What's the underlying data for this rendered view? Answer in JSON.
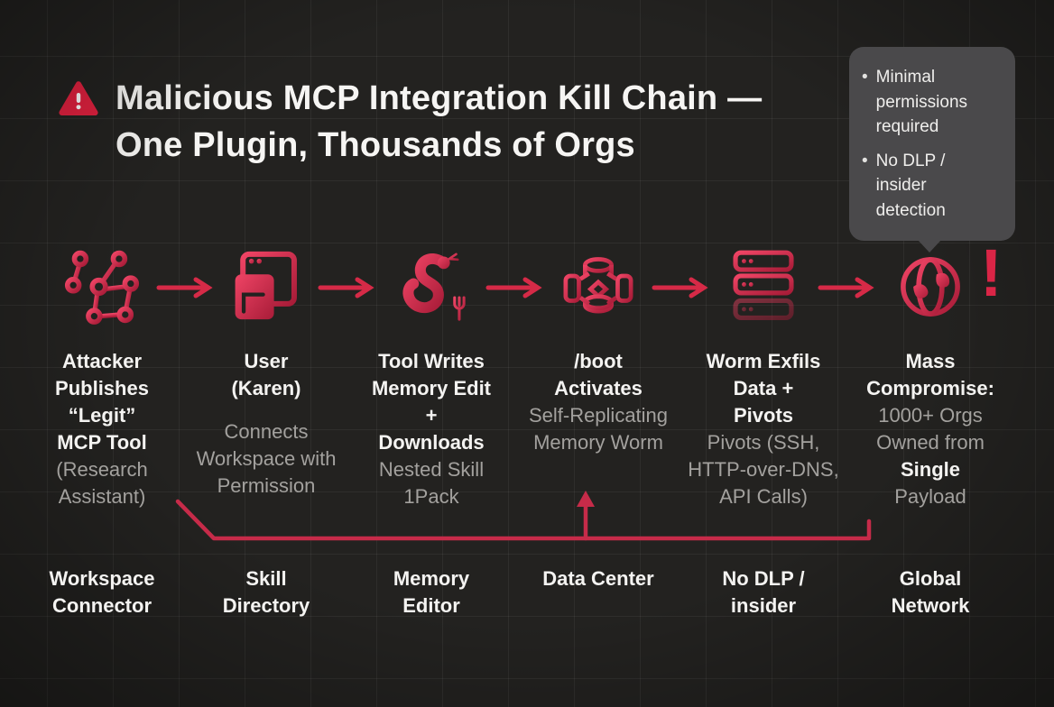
{
  "title": {
    "line1": "Malicious MCP Integration Kill Chain —",
    "line2": "One Plugin, Thousands of Orgs"
  },
  "callout": {
    "bullet": "•",
    "items": [
      "Minimal\npermissions\nrequired",
      "No DLP /\ninsider\ndetection"
    ]
  },
  "chain": {
    "exclamation": "!",
    "steps": [
      {
        "icon": "network-graph-icon",
        "bold1": "Attacker\nPublishes\n“Legit”\nMCP Tool",
        "muted1": "(Research\nAssistant)",
        "bold2": "",
        "muted2": "",
        "footer": "Workspace\nConnector"
      },
      {
        "icon": "app-window-icon",
        "bold1": "User\n(Karen)",
        "muted1": "Connects\nWorkspace with\nPermission",
        "bold2": "",
        "muted2": "",
        "footer": "Skill\nDirectory"
      },
      {
        "icon": "snake-icon",
        "bold1": "Tool Writes\nMemory Edit\n+\nDownloads",
        "muted1": "Nested Skill\n1Pack",
        "bold2": "",
        "muted2": "",
        "footer": "Memory\nEditor"
      },
      {
        "icon": "container-database-icon",
        "bold1": "/boot\nActivates",
        "muted1": "Self-Replicating\nMemory Worm",
        "bold2": "",
        "muted2": "",
        "footer": "Data Center"
      },
      {
        "icon": "server-stack-icon",
        "bold1": "Worm Exfils\nData +\nPivots",
        "muted1": "Pivots (SSH,\nHTTP-over-DNS,\nAPI Calls)",
        "bold2": "",
        "muted2": "",
        "footer": "No DLP /\ninsider"
      },
      {
        "icon": "globe-icon",
        "bold1": "Mass\nCompromise:",
        "muted1": "1000+ Orgs\nOwned from",
        "bold2": "Single",
        "muted2": "Payload",
        "footer": "Global\nNetwork"
      }
    ]
  },
  "colors": {
    "background": "#232220",
    "accent_red": "#d62a47",
    "warning_red": "#e1213f",
    "callout_bg": "#4a494b",
    "text_primary": "#f4f3f1",
    "text_muted": "#a3a19e"
  }
}
